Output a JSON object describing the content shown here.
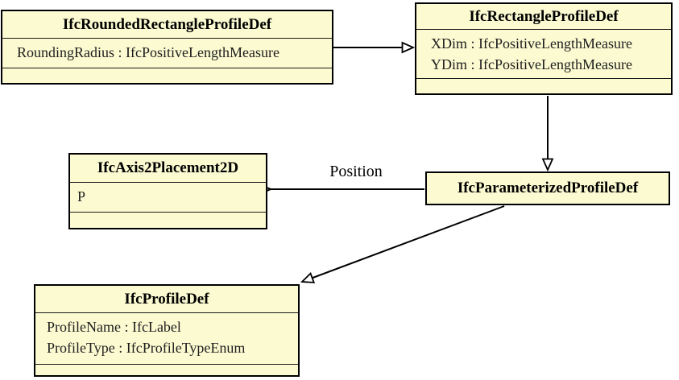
{
  "diagram": {
    "type": "uml-class-diagram",
    "background_color": "#ffffff",
    "class_fill_color": "#fbfad1",
    "border_color": "#000000",
    "classes": [
      {
        "title": "IfcRoundedRectangleProfileDef",
        "attributes": [
          "RoundingRadius : IfcPositiveLengthMeasure"
        ]
      },
      {
        "title": "IfcRectangleProfileDef",
        "attributes": [
          "XDim : IfcPositiveLengthMeasure",
          "YDim : IfcPositiveLengthMeasure"
        ]
      },
      {
        "title": "IfcAxis2Placement2D",
        "attributes": [
          "P"
        ]
      },
      {
        "title": "IfcParameterizedProfileDef",
        "attributes": []
      },
      {
        "title": "IfcProfileDef",
        "attributes": [
          "ProfileName : IfcLabel",
          "ProfileType : IfcProfileTypeEnum"
        ]
      }
    ],
    "relations": [
      {
        "type": "generalization",
        "from": "IfcRoundedRectangleProfileDef",
        "to": "IfcRectangleProfileDef",
        "label": ""
      },
      {
        "type": "generalization",
        "from": "IfcRectangleProfileDef",
        "to": "IfcParameterizedProfileDef",
        "label": ""
      },
      {
        "type": "association",
        "from": "IfcParameterizedProfileDef",
        "to": "IfcAxis2Placement2D",
        "label": "Position"
      },
      {
        "type": "generalization",
        "from": "IfcParameterizedProfileDef",
        "to": "IfcProfileDef",
        "label": ""
      }
    ]
  }
}
